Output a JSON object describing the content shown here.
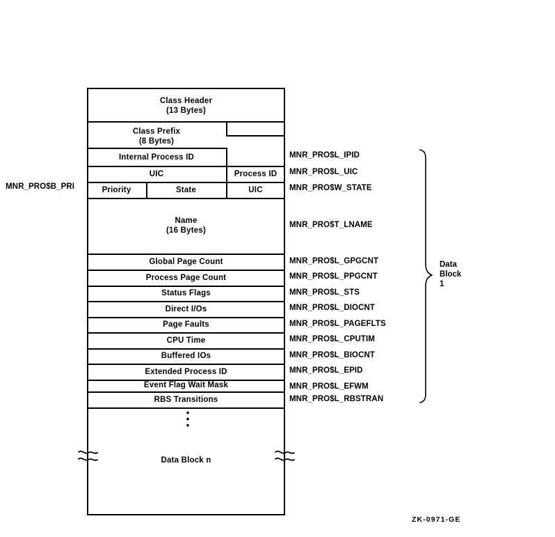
{
  "figure": {
    "id_label": "ZK-0971-GE"
  },
  "structure": {
    "header_rows": [
      {
        "name": "class-header",
        "text": "Class Header\n(13 Bytes)"
      },
      {
        "name": "class-prefix",
        "text": "Class Prefix\n(8 Bytes)"
      }
    ],
    "rows": [
      {
        "name": "internal-process-id",
        "text": "Internal Process ID"
      },
      {
        "name": "uic",
        "text": "UIC"
      },
      {
        "name": "process-id",
        "text": "Process ID"
      },
      {
        "name": "priority",
        "text": "Priority"
      },
      {
        "name": "state",
        "text": "State"
      },
      {
        "name": "uic-2",
        "text": "UIC"
      },
      {
        "name": "name",
        "text": "Name\n(16 Bytes)"
      },
      {
        "name": "global-page-count",
        "text": "Global Page Count"
      },
      {
        "name": "process-page-count",
        "text": "Process Page Count"
      },
      {
        "name": "status-flags",
        "text": "Status Flags"
      },
      {
        "name": "direct-ios",
        "text": "Direct I/Os"
      },
      {
        "name": "page-faults",
        "text": "Page Faults"
      },
      {
        "name": "cpu-time",
        "text": "CPU Time"
      },
      {
        "name": "buffered-ios",
        "text": "Buffered IOs"
      },
      {
        "name": "extended-process-id",
        "text": "Extended Process ID"
      },
      {
        "name": "event-flag-wait-mask",
        "text": "Event Flag Wait Mask"
      },
      {
        "name": "rbs-transitions",
        "text": "RBS Transitions"
      },
      {
        "name": "data-block-n",
        "text": "Data Block n"
      }
    ]
  },
  "symbols_right": [
    {
      "name": "ipid",
      "text": "MNR_PRO$L_IPID"
    },
    {
      "name": "uic",
      "text": "MNR_PRO$L_UIC"
    },
    {
      "name": "state",
      "text": "MNR_PRO$W_STATE"
    },
    {
      "name": "lname",
      "text": "MNR_PRO$T_LNAME"
    },
    {
      "name": "gpgcnt",
      "text": "MNR_PRO$L_GPGCNT"
    },
    {
      "name": "ppgcnt",
      "text": "MNR_PRO$L_PPGCNT"
    },
    {
      "name": "sts",
      "text": "MNR_PRO$L_STS"
    },
    {
      "name": "diocnt",
      "text": "MNR_PRO$L_DIOCNT"
    },
    {
      "name": "pageflts",
      "text": "MNR_PRO$L_PAGEFLTS"
    },
    {
      "name": "cputim",
      "text": "MNR_PRO$L_CPUTIM"
    },
    {
      "name": "biocnt",
      "text": "MNR_PRO$L_BIOCNT"
    },
    {
      "name": "epid",
      "text": "MNR_PRO$L_EPID"
    },
    {
      "name": "efwm",
      "text": "MNR_PRO$L_EFWM"
    },
    {
      "name": "rbstran",
      "text": "MNR_PRO$L_RBSTRAN"
    }
  ],
  "symbol_left": {
    "name": "priority",
    "text": "MNR_PRO$B_PRI"
  },
  "data_block_bracket": {
    "label": "Data\nBlock\n1"
  },
  "colors": {
    "line": "#000000",
    "background": "#ffffff",
    "text": "#000000"
  }
}
